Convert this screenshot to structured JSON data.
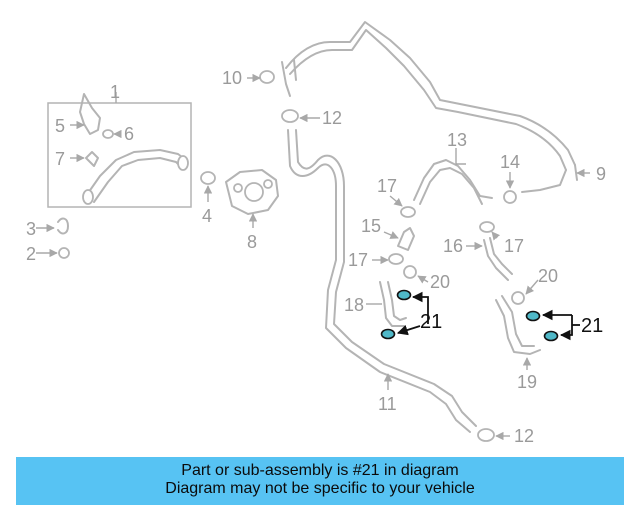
{
  "callouts": {
    "c1": "1",
    "c2": "2",
    "c3": "3",
    "c4": "4",
    "c5": "5",
    "c6": "6",
    "c7": "7",
    "c8": "8",
    "c9": "9",
    "c10": "10",
    "c11": "11",
    "c12a": "12",
    "c12b": "12",
    "c13": "13",
    "c14": "14",
    "c15": "15",
    "c16": "16",
    "c17a": "17",
    "c17b": "17",
    "c17c": "17",
    "c18": "18",
    "c19": "19",
    "c20a": "20",
    "c20b": "20",
    "c21a": "21",
    "c21b": "21"
  },
  "colors": {
    "highlight_part": "#4fb8c8",
    "banner_bg": "#57c3f3",
    "diagram_line": "#b4b4b4"
  },
  "banner": {
    "line1": "Part or sub-assembly is #21 in diagram",
    "line2": "Diagram may not be specific to your vehicle"
  }
}
